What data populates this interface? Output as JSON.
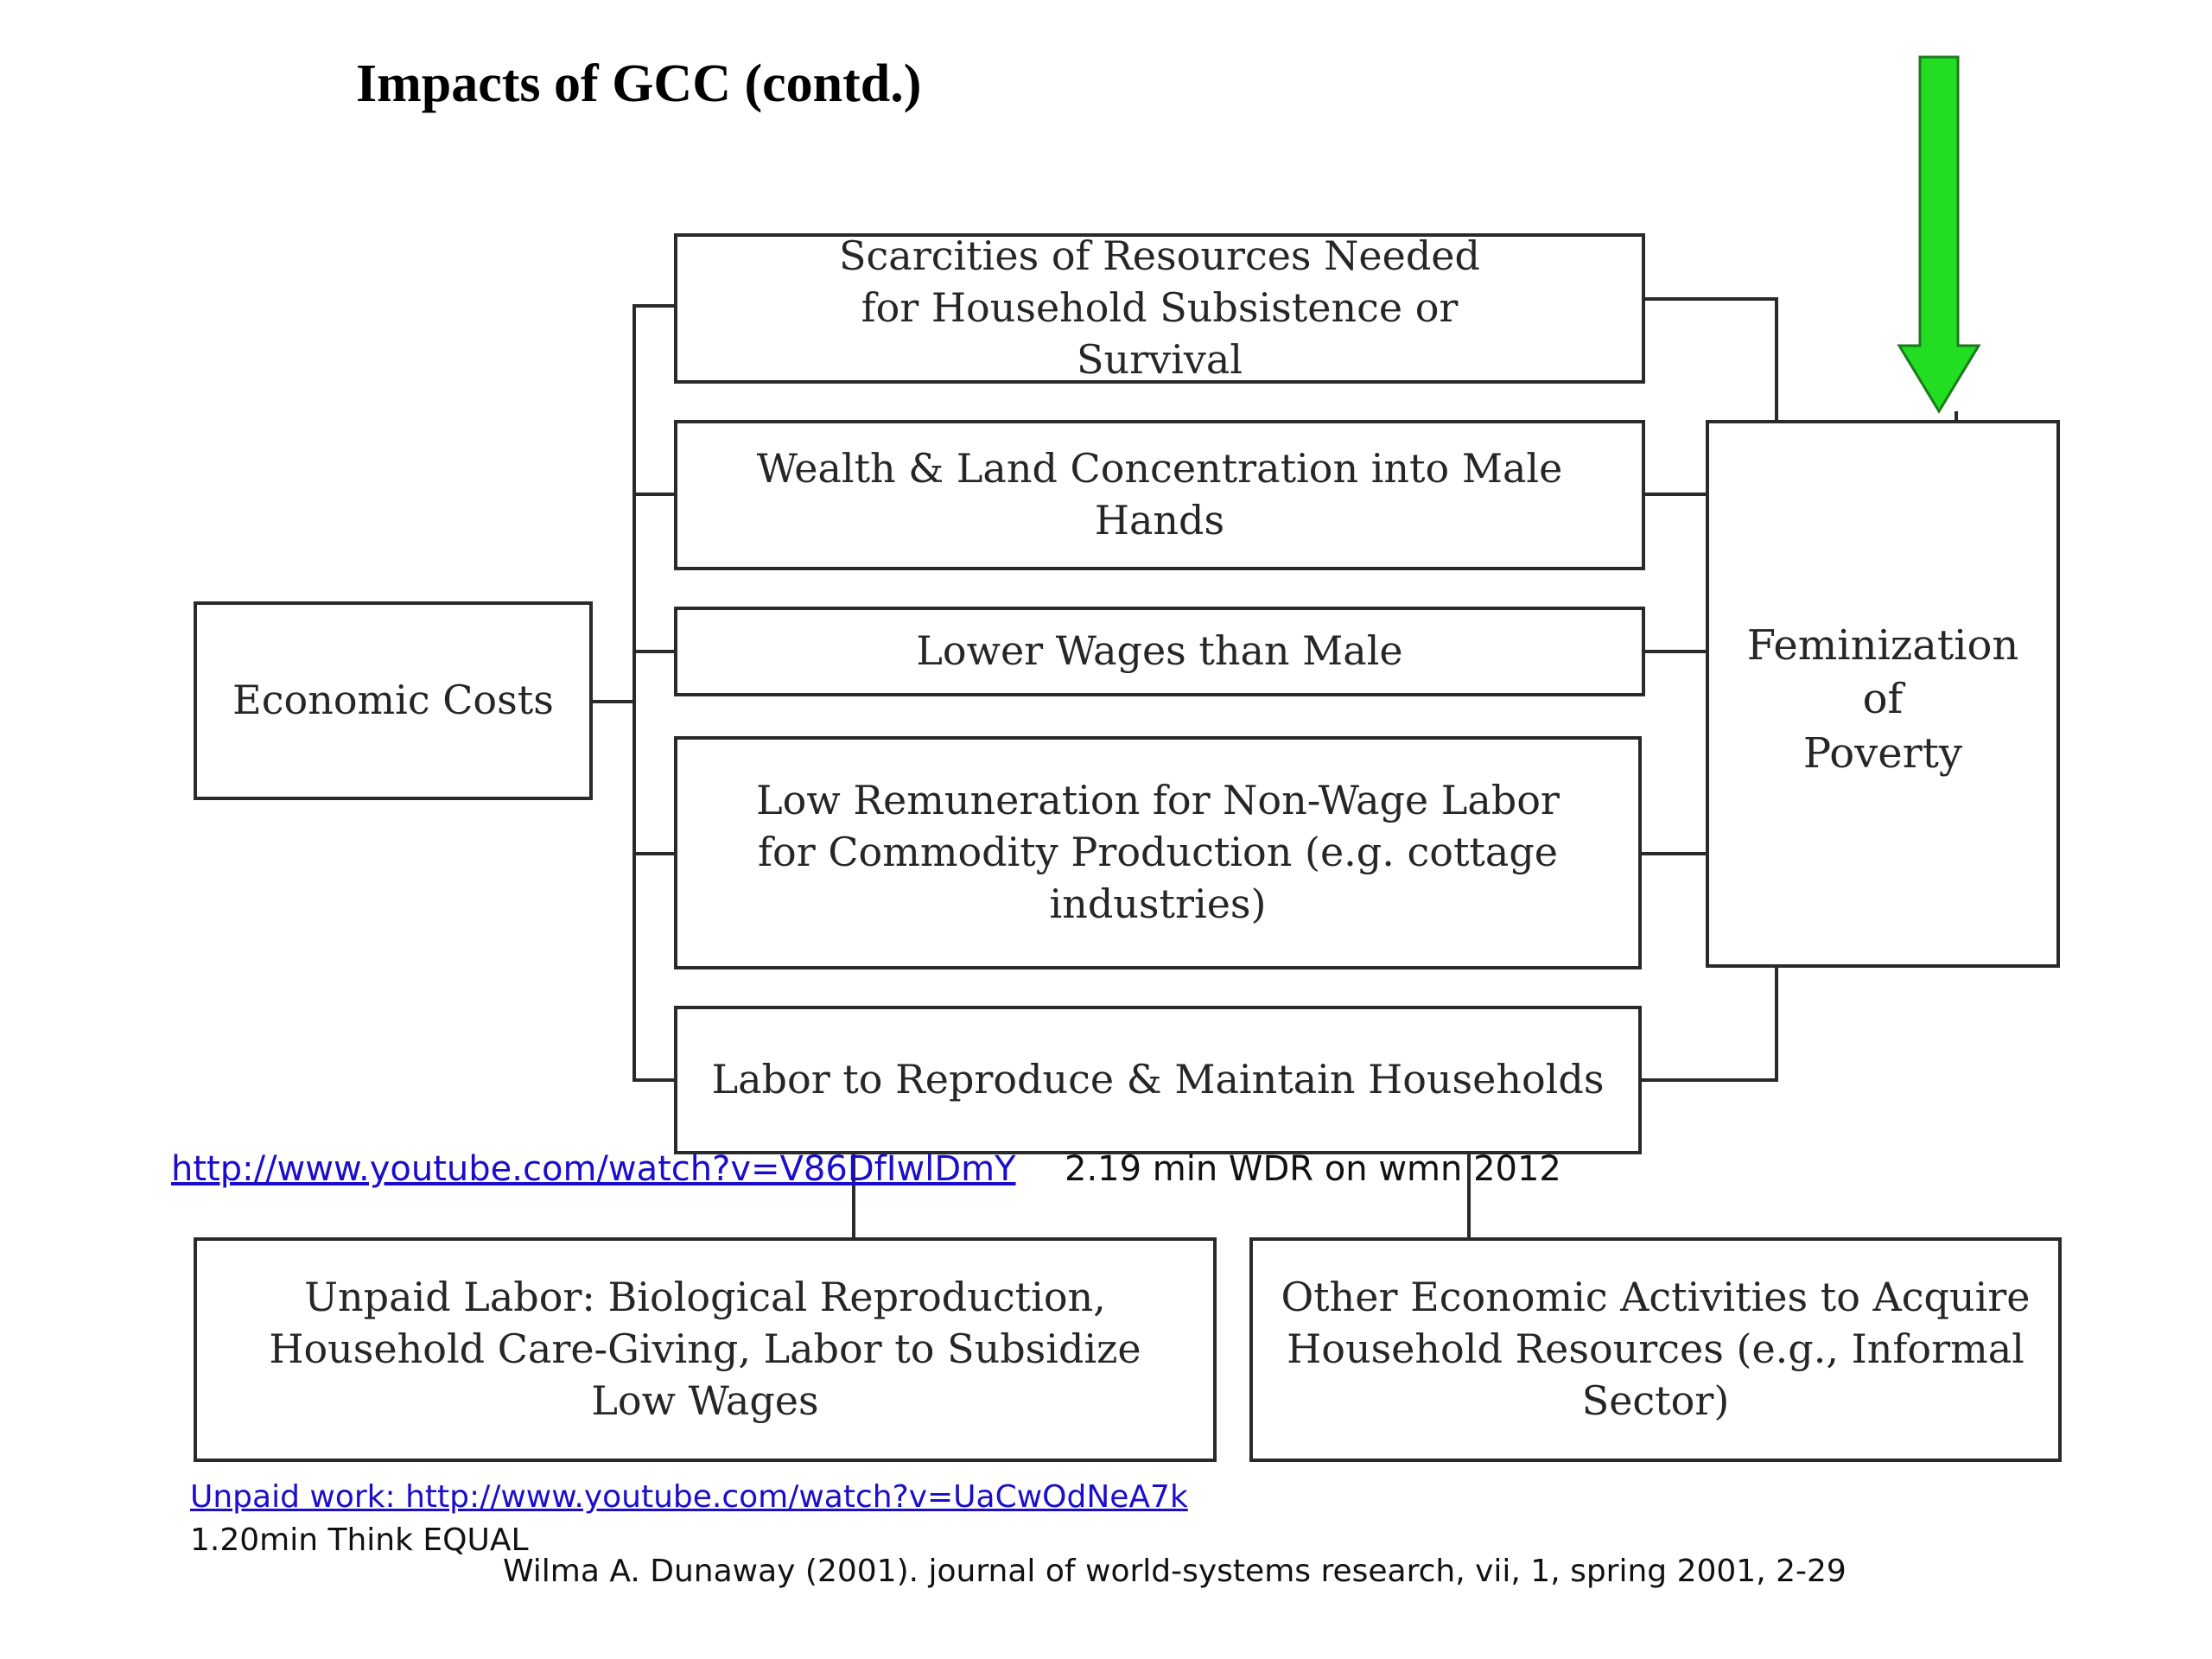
{
  "title": "Impacts of  GCC (contd.)",
  "diagram": {
    "source": "Economic Costs",
    "middle": [
      "Scarcities of Resources Needed for Household Subsistence or Survival",
      "Wealth & Land Concentration into Male Hands",
      "Lower Wages than Male",
      "Low Remuneration for Non-Wage Labor for Commodity Production (e.g. cottage industries)",
      "Labor to Reproduce & Maintain Households"
    ],
    "target": [
      "Feminization",
      "of",
      "Poverty"
    ],
    "bottom": [
      "Unpaid Labor: Biological Reproduction, Household Care-Giving, Labor to Subsidize Low Wages",
      "Other Economic Activities to Acquire Household Resources (e.g., Informal Sector)"
    ]
  },
  "arrow_color": "#22dd22",
  "links": {
    "video1_url": "http://www.youtube.com/watch?v=V86DfIwlDmY",
    "video1_note": "2.19 min  WDR on wmn  2012",
    "video2_label": "Unpaid work:  http://www.youtube.com/watch?v=UaCwOdNeA7k",
    "video2_note": "1.20min Think EQUAL"
  },
  "citation": "Wilma A. Dunaway (2001). journal of world-systems research, vii, 1, spring 2001, 2-29"
}
